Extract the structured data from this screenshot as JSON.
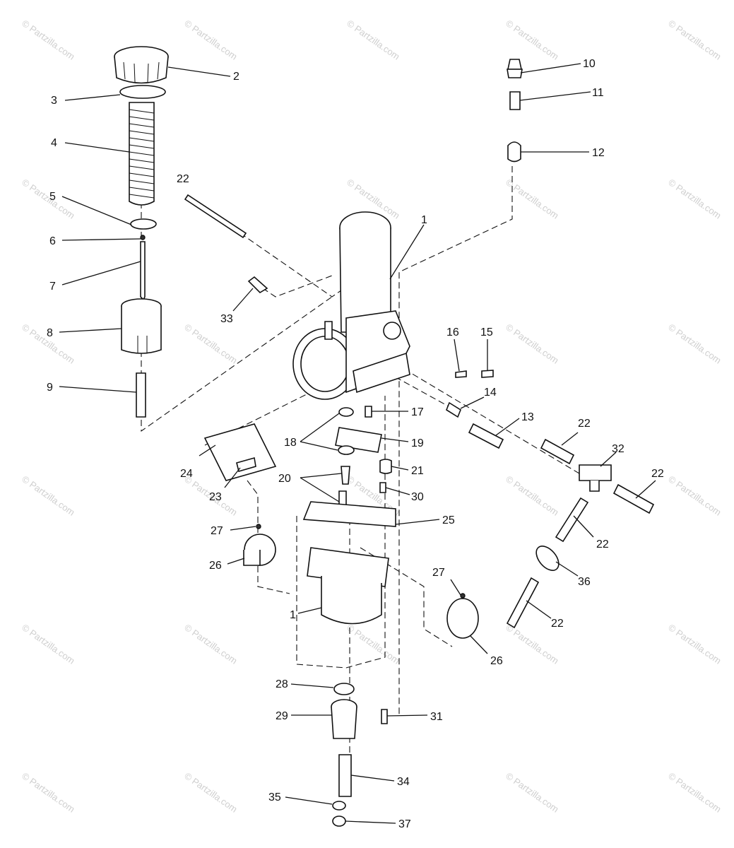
{
  "watermark_text": "© Partzilla.com",
  "part_numbers": {
    "p1": "1",
    "p1b": "1",
    "p2": "2",
    "p3": "3",
    "p4": "4",
    "p5": "5",
    "p6": "6",
    "p7": "7",
    "p8": "8",
    "p9": "9",
    "p10": "10",
    "p11": "11",
    "p12": "12",
    "p13": "13",
    "p14": "14",
    "p15": "15",
    "p16": "16",
    "p17": "17",
    "p18": "18",
    "p19": "19",
    "p20": "20",
    "p21": "21",
    "p22a": "22",
    "p22b": "22",
    "p22c": "22",
    "p22d": "22",
    "p22e": "22",
    "p23": "23",
    "p24": "24",
    "p25": "25",
    "p26a": "26",
    "p26b": "26",
    "p27a": "27",
    "p27b": "27",
    "p28": "28",
    "p29": "29",
    "p30": "30",
    "p31": "31",
    "p32": "32",
    "p33": "33",
    "p34": "34",
    "p35": "35",
    "p36": "36",
    "p37": "37"
  },
  "colors": {
    "ink": "#111111",
    "watermark": "#cfcfcf",
    "background": "#ffffff"
  }
}
